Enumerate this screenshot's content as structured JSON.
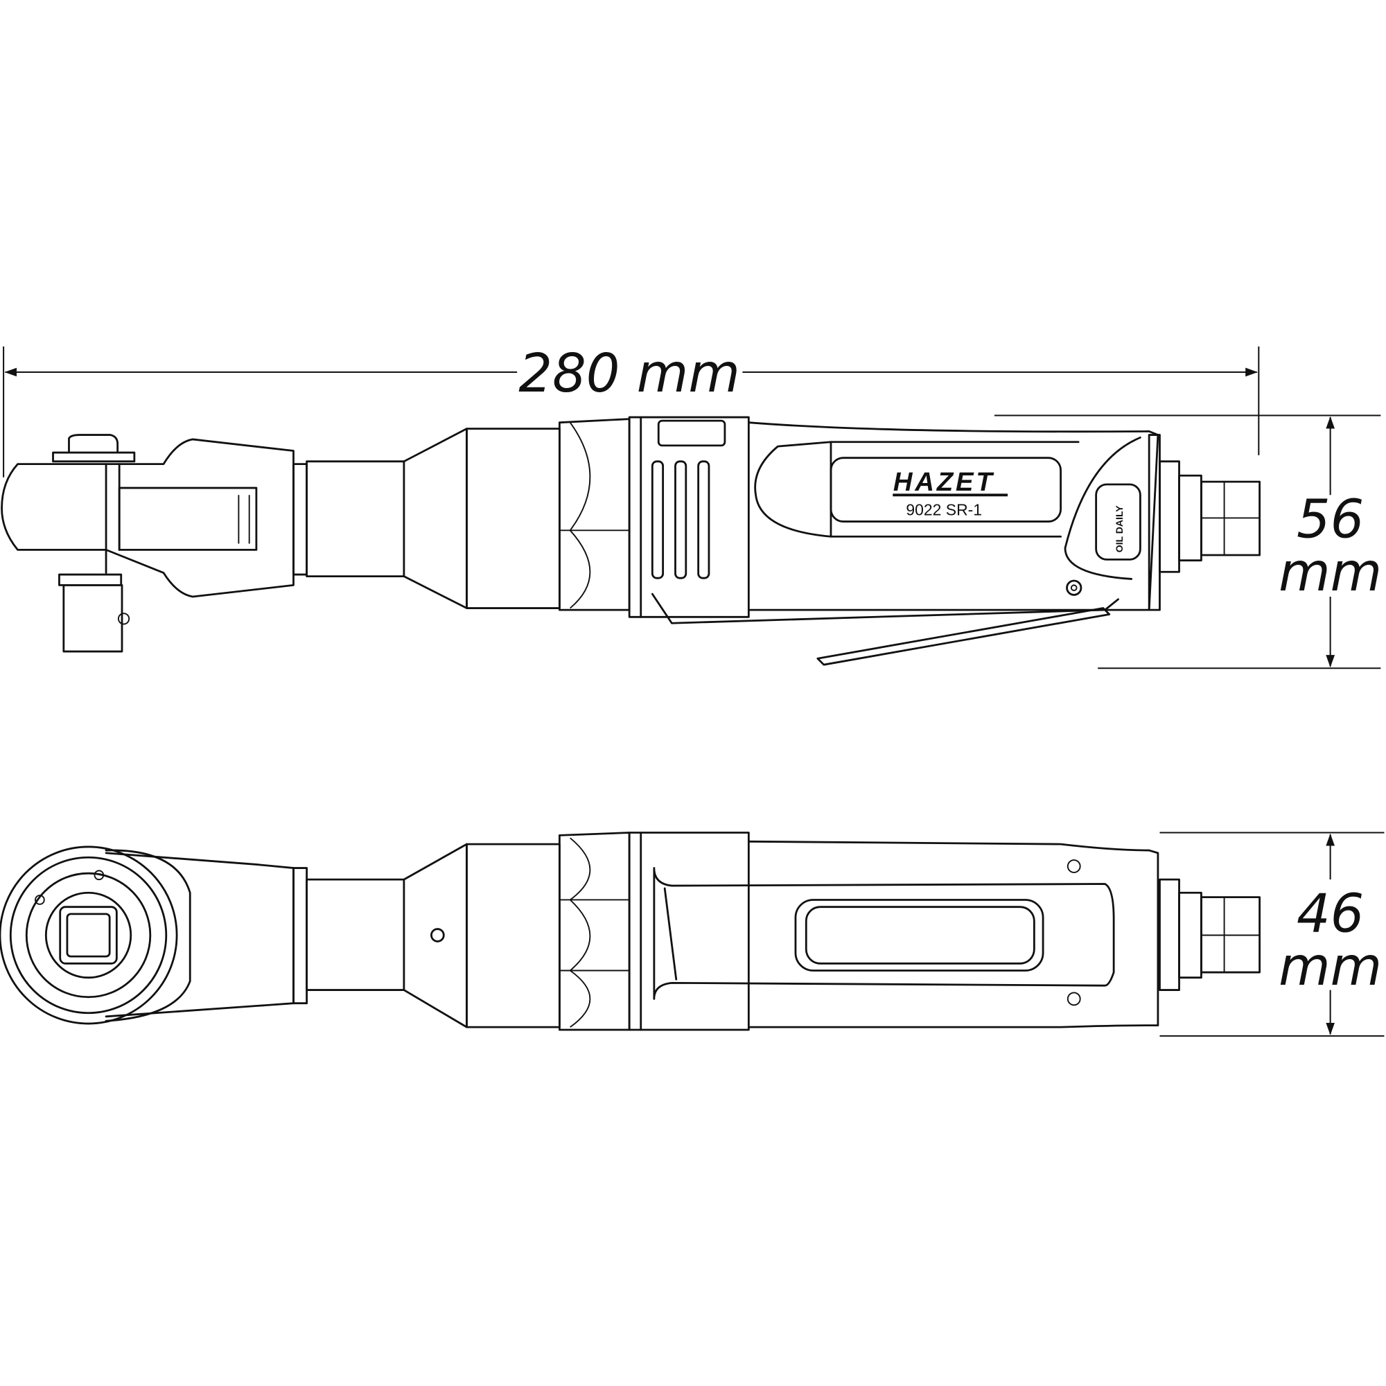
{
  "dimensions": {
    "length": "280 mm",
    "side_height_value": "56",
    "side_height_unit": "mm",
    "top_width_value": "46",
    "top_width_unit": "mm"
  },
  "label": {
    "brand": "HAZET",
    "model": "9022 SR-1",
    "oil_notice": "OIL DAILY"
  },
  "colors": {
    "line": "#111111",
    "background": "#ffffff"
  }
}
